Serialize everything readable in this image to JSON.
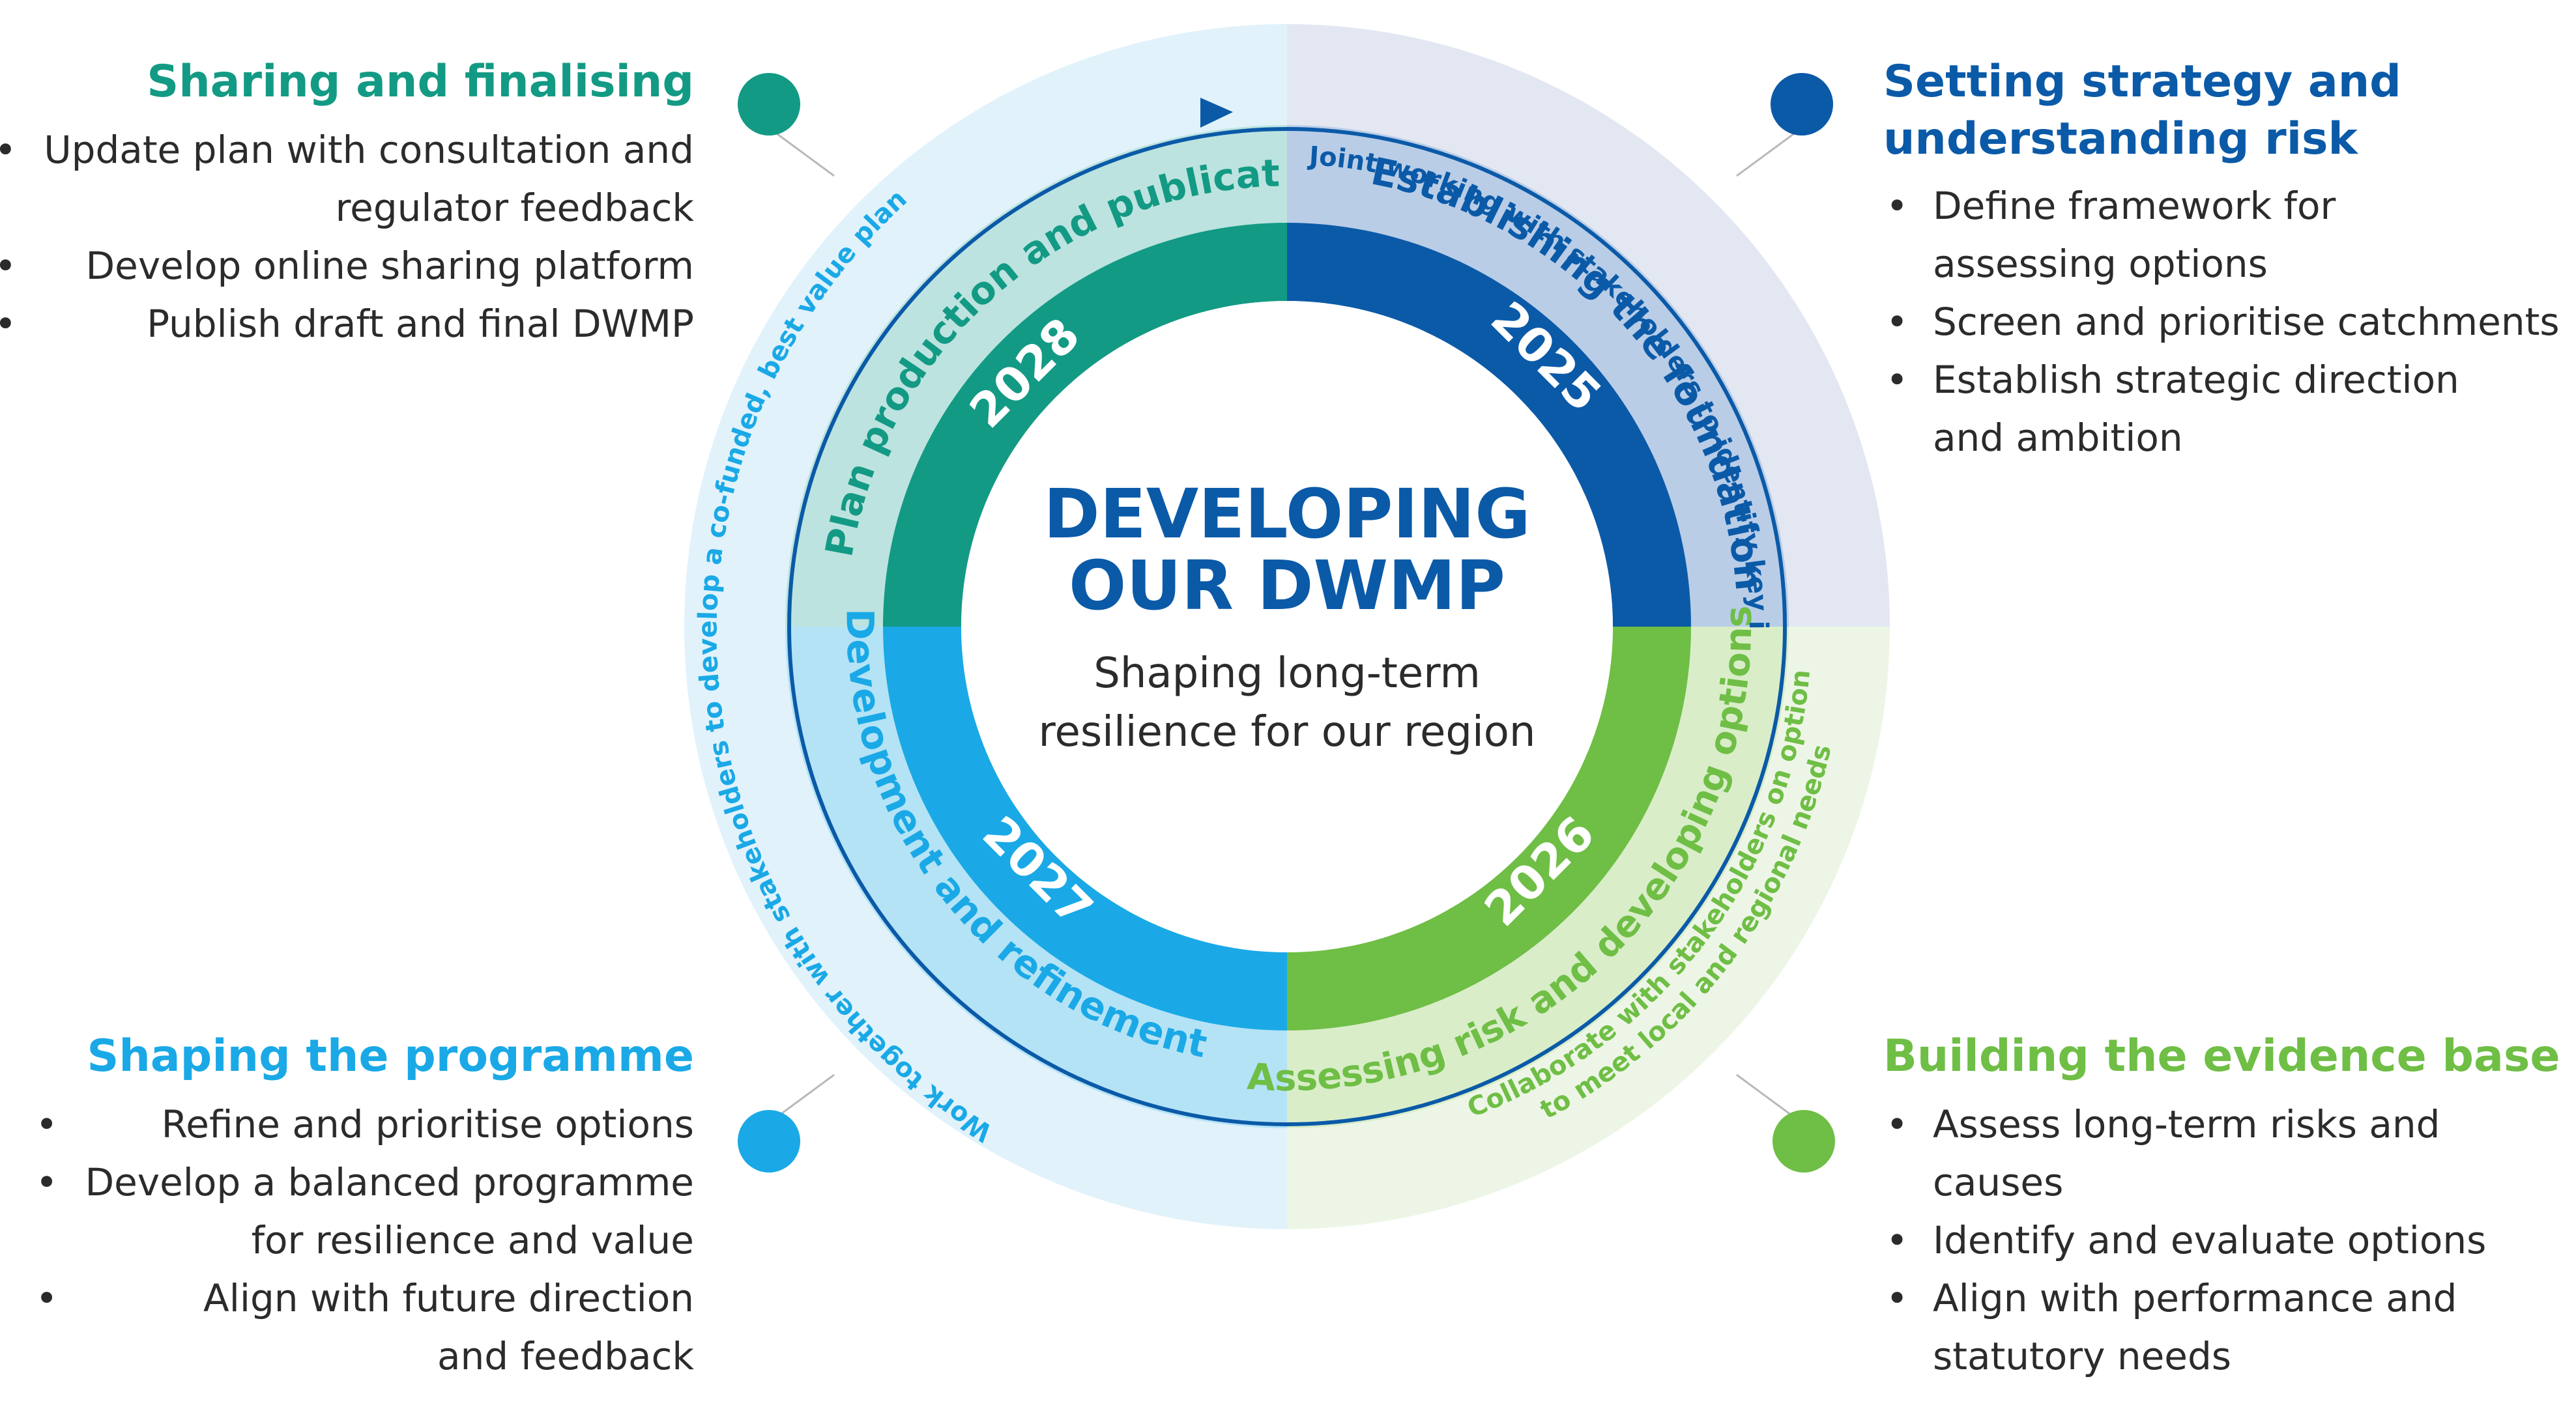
{
  "center": {
    "title_line1": "DEVELOPING",
    "title_line2": "OUR DWMP",
    "subtitle_line1": "Shaping long-term",
    "subtitle_line2": "resilience for our region"
  },
  "phases": [
    {
      "id": "q1",
      "name": "Establishing the foundations",
      "year": "2025",
      "outer_text": "Joint working with stakeholders to identify key issues"
    },
    {
      "id": "q2",
      "name": "Assessing risk and developing options",
      "year": "2026",
      "outer_text_line1": "Collaborate with stakeholders on options",
      "outer_text_line2": "to meet local and regional needs"
    },
    {
      "id": "q3",
      "name": "Development and refinement",
      "year": "2027",
      "outer_text": "Work together with stakeholders to develop a co-funded, best value plan"
    },
    {
      "id": "q4",
      "name": "Plan production and publication",
      "year": "2028"
    }
  ],
  "panels": {
    "top_left": {
      "title": "Sharing and finalising",
      "items": [
        "Update plan with consultation and\nregulator feedback",
        "Develop online sharing platform",
        "Publish draft and final DWMP"
      ]
    },
    "top_right": {
      "title_line1": "Setting strategy and",
      "title_line2": "understanding risk",
      "items": [
        "Define framework for\nassessing options",
        "Screen and prioritise catchments",
        "Establish strategic direction\nand ambition"
      ]
    },
    "bottom_left": {
      "title": "Shaping the programme",
      "items": [
        "Refine and prioritise options",
        "Develop a balanced programme\nfor resilience and value",
        "Align with future direction\nand feedback"
      ]
    },
    "bottom_right": {
      "title": "Building the evidence base",
      "items": [
        "Assess long-term risks and causes",
        "Identify and evaluate options",
        "Align with performance and\nstatutory needs"
      ]
    }
  },
  "colors": {
    "navy": "#0B5AA8",
    "teal": "#139A84",
    "sky": "#1AA9E6",
    "green": "#6FBE45"
  }
}
